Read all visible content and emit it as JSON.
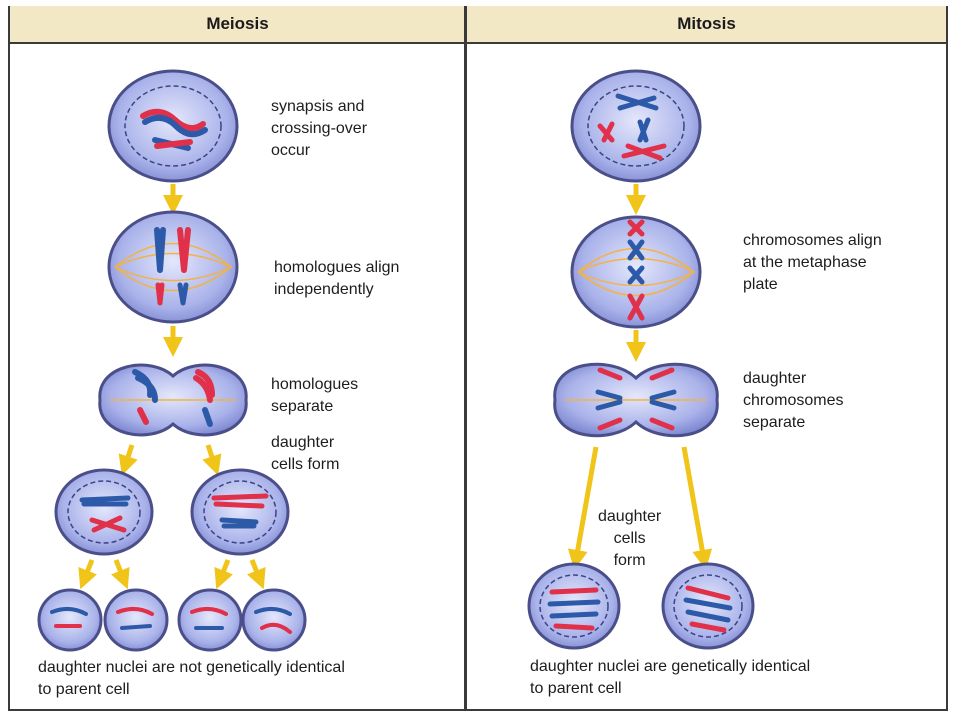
{
  "meiosis": {
    "title": "Meiosis",
    "step1": "synapsis and\ncrossing-over\noccur",
    "step2": "homologues align\nindependently",
    "step3": "homologues\nseparate",
    "step4": "daughter\ncells form",
    "caption": "daughter nuclei are not  genetically identical\nto parent cell"
  },
  "mitosis": {
    "title": "Mitosis",
    "step1": "chromosomes align\nat the metaphase\nplate",
    "step2": "daughter\nchromosomes\nseparate",
    "step3": "daughter\ncells\nform",
    "caption": "daughter nuclei are genetically identical\nto parent cell"
  },
  "colors": {
    "header_bg": "#f2e8c6",
    "cell_fill": "#aab3ea",
    "arrow": "#f0c419",
    "chromosome_red": "#e0304a",
    "chromosome_blue": "#2d5aa8",
    "spindle": "#f3b244"
  }
}
